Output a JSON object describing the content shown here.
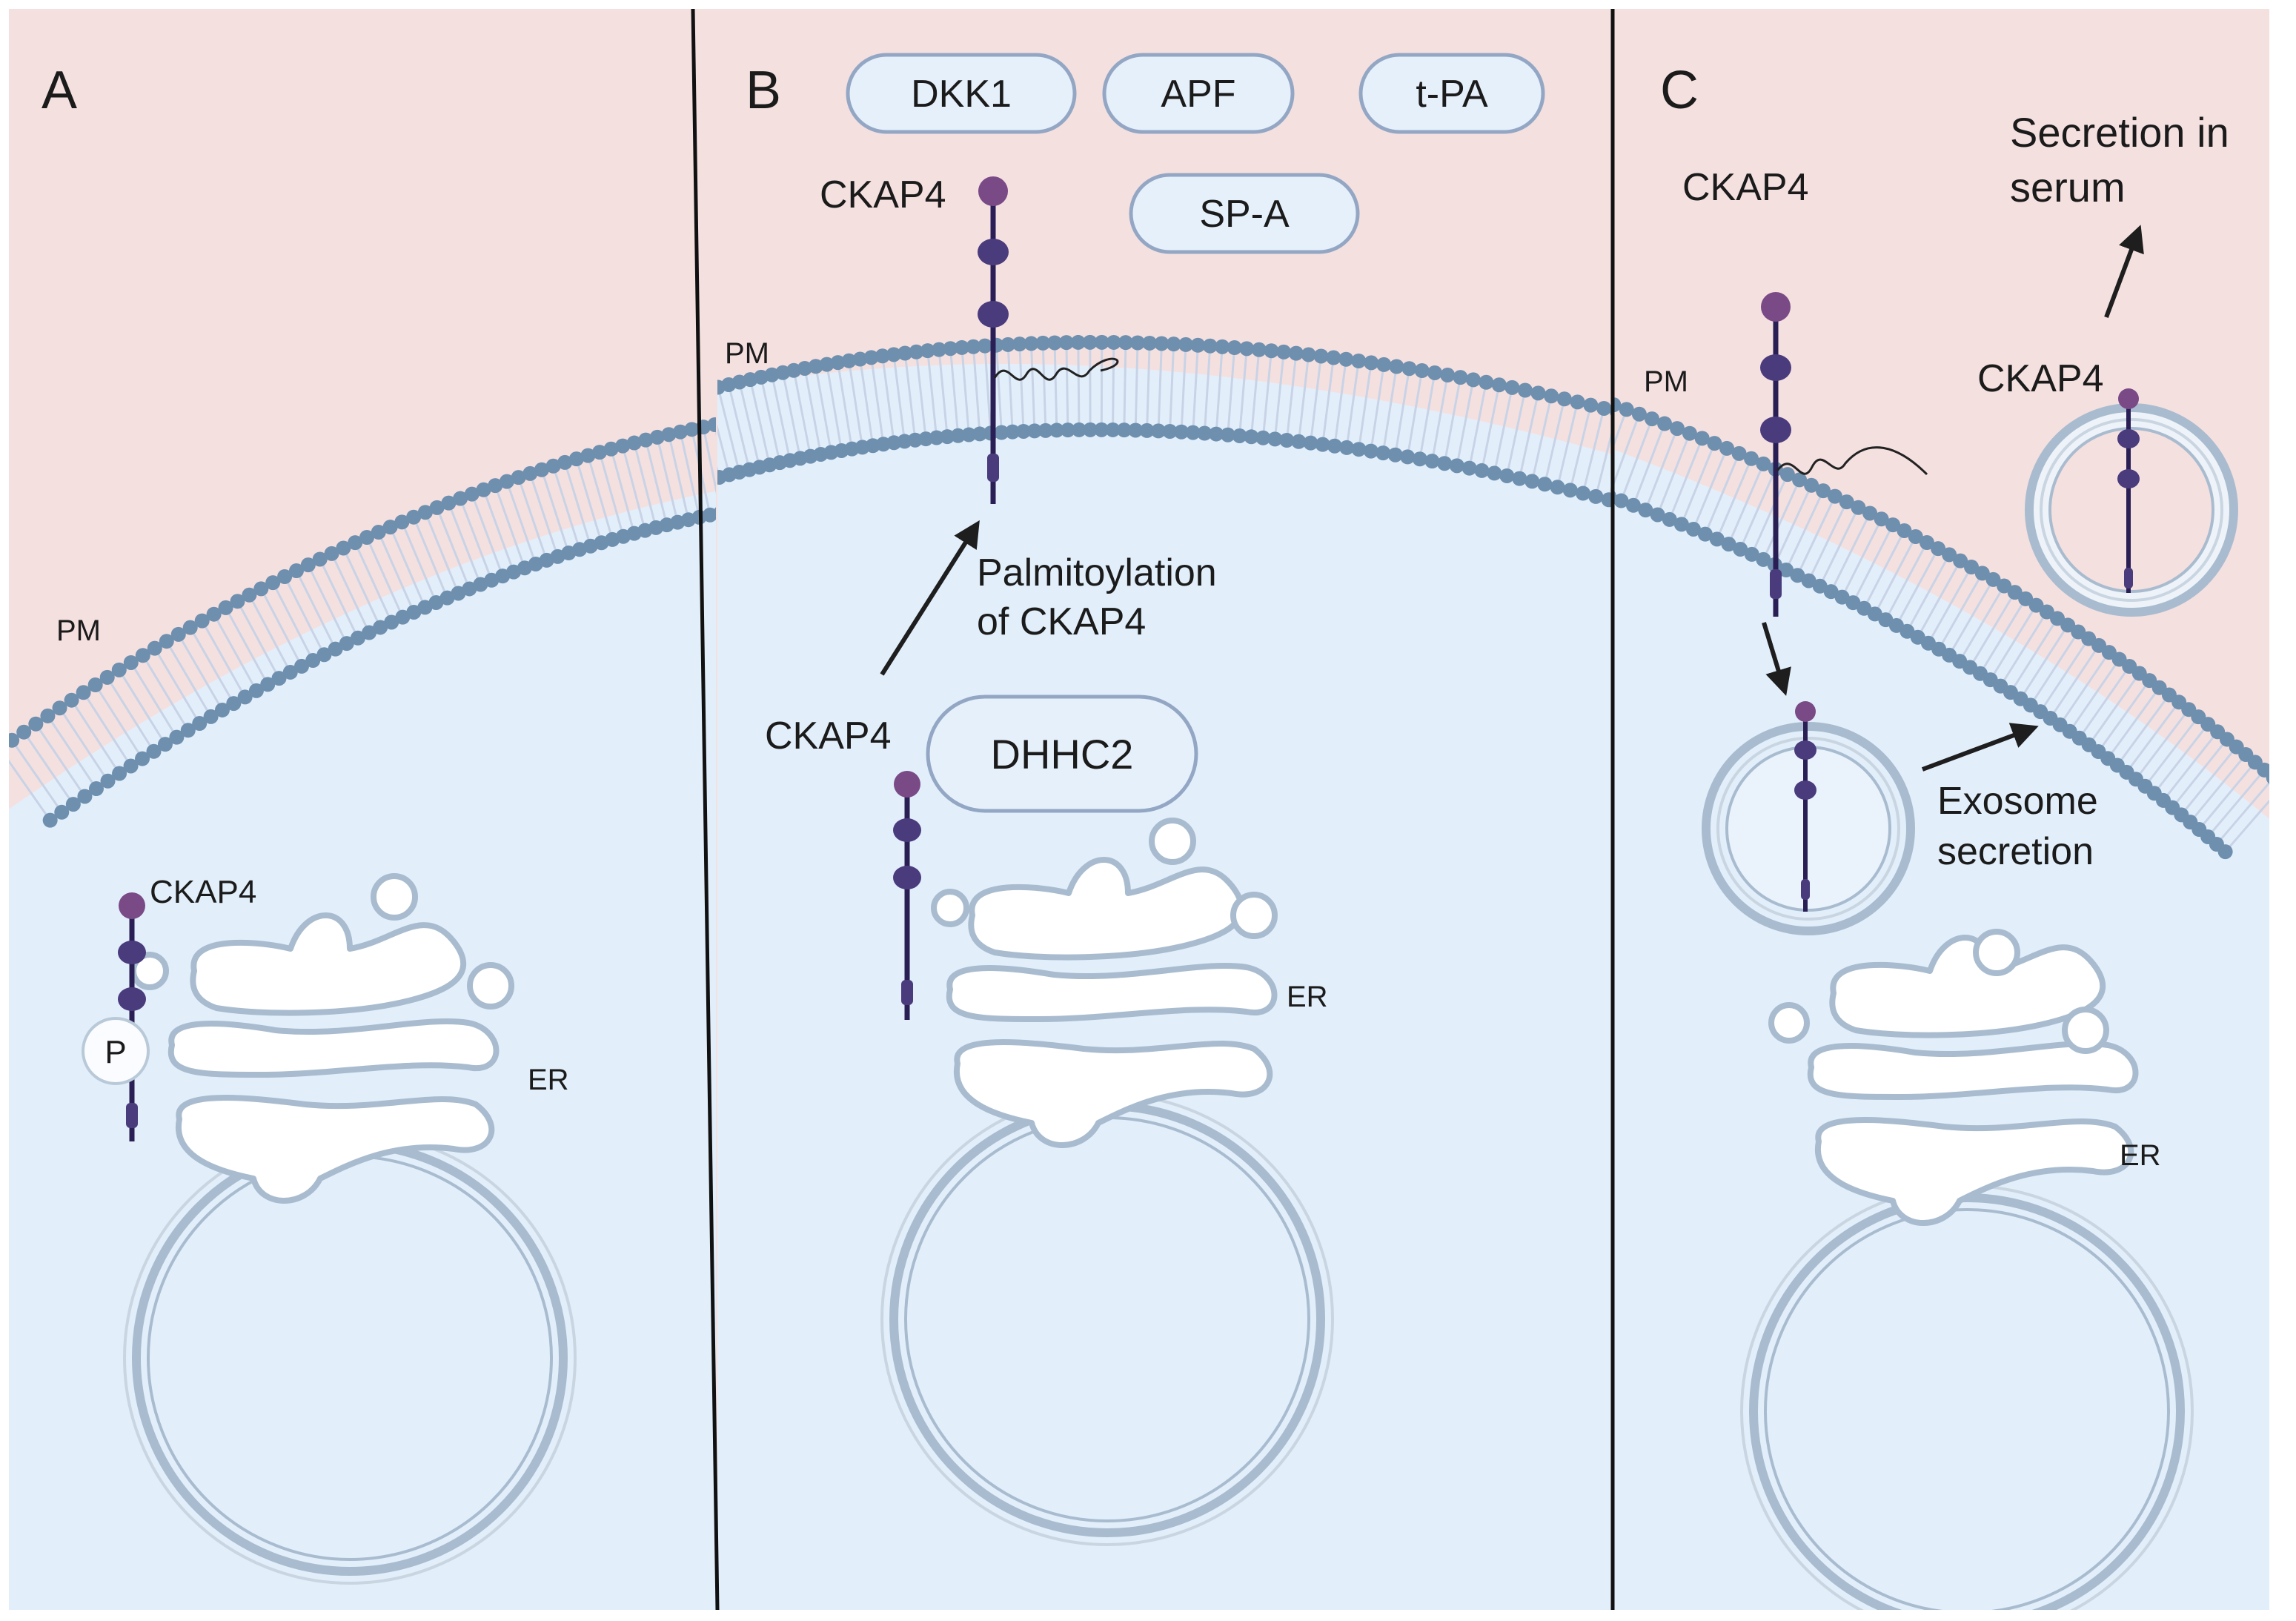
{
  "colors": {
    "extracellular": "#f5e0e0",
    "cytoplasm": "#e2effb",
    "membrane_bead": "#6e8fae",
    "membrane_tail": "#c8d3e6",
    "organelle_outline": "#a9bccf",
    "protein_head": "#7a4a86",
    "protein_body": "#4a3b7d",
    "protein_stalk": "#2a1f55",
    "ligand_fill": "#e6f0fb",
    "ligand_stroke": "#93a7c4",
    "divider": "#111111",
    "arrow": "#1e1e1e"
  },
  "panels": {
    "a": {
      "letter": "A",
      "pm_label": "PM",
      "protein_label": "CKAP4",
      "phospho_label": "P",
      "er_label": "ER"
    },
    "b": {
      "letter": "B",
      "ligands": [
        "DKK1",
        "APF",
        "t-PA",
        "SP-A"
      ],
      "protein_label_top": "CKAP4",
      "pm_label": "PM",
      "palmitoylation_line1": "Palmitoylation",
      "palmitoylation_line2": "of CKAP4",
      "protein_label_bottom": "CKAP4",
      "enzyme_label": "DHHC2",
      "er_label": "ER"
    },
    "c": {
      "letter": "C",
      "protein_label_top": "CKAP4",
      "secretion_line1": "Secretion in",
      "secretion_line2": "serum",
      "pm_label": "PM",
      "vesicle_protein_label": "CKAP4",
      "exosome_line1": "Exosome",
      "exosome_line2": "secretion",
      "er_label": "ER"
    }
  }
}
